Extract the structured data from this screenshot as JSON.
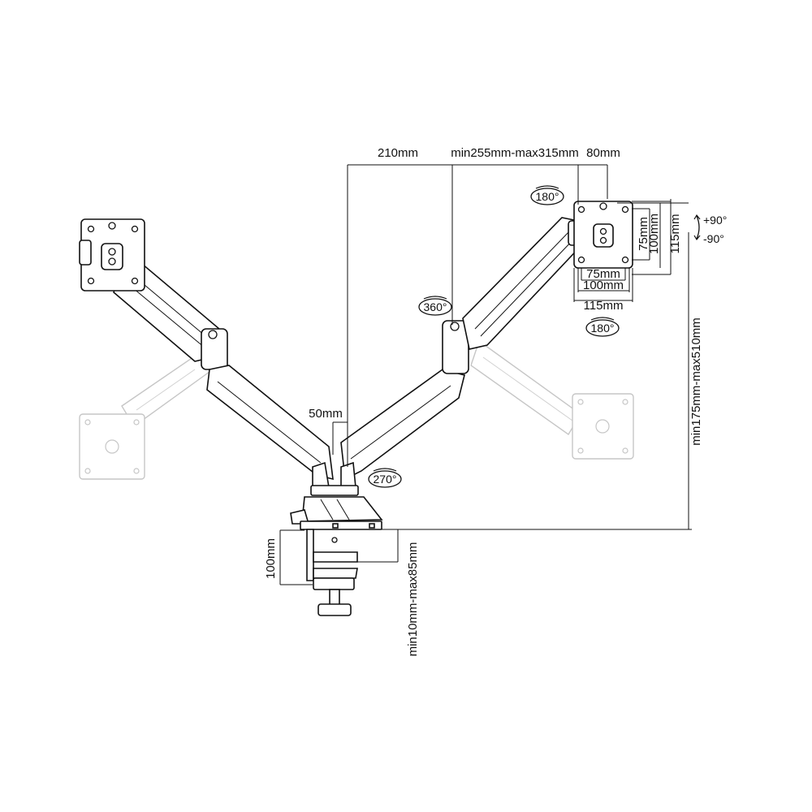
{
  "dimensions": {
    "arm_offset": "210mm",
    "arm_extension": "min255mm-max315mm",
    "plate_offset": "80mm",
    "column_gap": "50mm",
    "height_range": "min175mm-max510mm",
    "clamp_height": "100mm",
    "desk_thickness": "min10mm-max85mm",
    "vesa_h_75": "75mm",
    "vesa_h_100": "100mm",
    "vesa_h_115": "115mm",
    "vesa_v_75": "75mm",
    "vesa_v_100": "100mm",
    "vesa_v_115": "115mm"
  },
  "rotations": {
    "plate_top": "180°",
    "plate_bottom": "180°",
    "arm_swivel": "360°",
    "base_swivel": "270°",
    "tilt_up": "+90°",
    "tilt_down": "-90°"
  }
}
